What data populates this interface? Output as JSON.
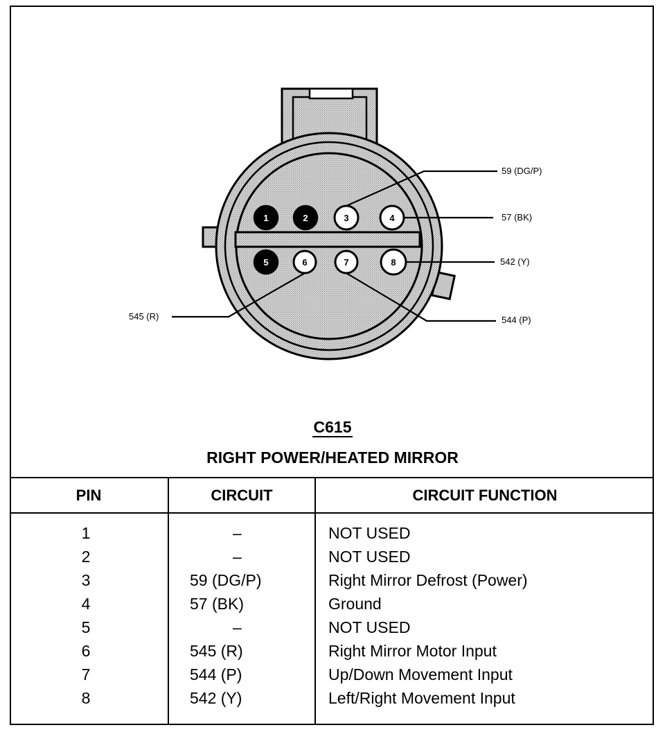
{
  "connector": {
    "id": "C615",
    "title": "RIGHT POWER/HEATED MIRROR",
    "pins": [
      {
        "number": "1",
        "used": false
      },
      {
        "number": "2",
        "used": false
      },
      {
        "number": "3",
        "used": true
      },
      {
        "number": "4",
        "used": true
      },
      {
        "number": "5",
        "used": false
      },
      {
        "number": "6",
        "used": true
      },
      {
        "number": "7",
        "used": true
      },
      {
        "number": "8",
        "used": true
      }
    ],
    "callouts": [
      {
        "pin": "3",
        "label": "59 (DG/P)"
      },
      {
        "pin": "4",
        "label": "57 (BK)"
      },
      {
        "pin": "8",
        "label": "542 (Y)"
      },
      {
        "pin": "6",
        "label": "545 (R)"
      },
      {
        "pin": "7",
        "label": "544 (P)"
      }
    ]
  },
  "table": {
    "headers": {
      "pin": "PIN",
      "circuit": "CIRCUIT",
      "function": "CIRCUIT FUNCTION"
    },
    "rows": [
      {
        "pin": "1",
        "circuit": "–",
        "function": "NOT USED"
      },
      {
        "pin": "2",
        "circuit": "–",
        "function": "NOT USED"
      },
      {
        "pin": "3",
        "circuit": "59 (DG/P)",
        "function": "Right Mirror Defrost (Power)"
      },
      {
        "pin": "4",
        "circuit": "57 (BK)",
        "function": "Ground"
      },
      {
        "pin": "5",
        "circuit": "–",
        "function": "NOT USED"
      },
      {
        "pin": "6",
        "circuit": "545 (R)",
        "function": "Right Mirror Motor Input"
      },
      {
        "pin": "7",
        "circuit": "544 (P)",
        "function": "Up/Down Movement Input"
      },
      {
        "pin": "8",
        "circuit": "542 (Y)",
        "function": "Left/Right Movement Input"
      }
    ]
  },
  "colors": {
    "shading": "#c8c8c8",
    "ink": "#000000",
    "paper": "#ffffff"
  }
}
